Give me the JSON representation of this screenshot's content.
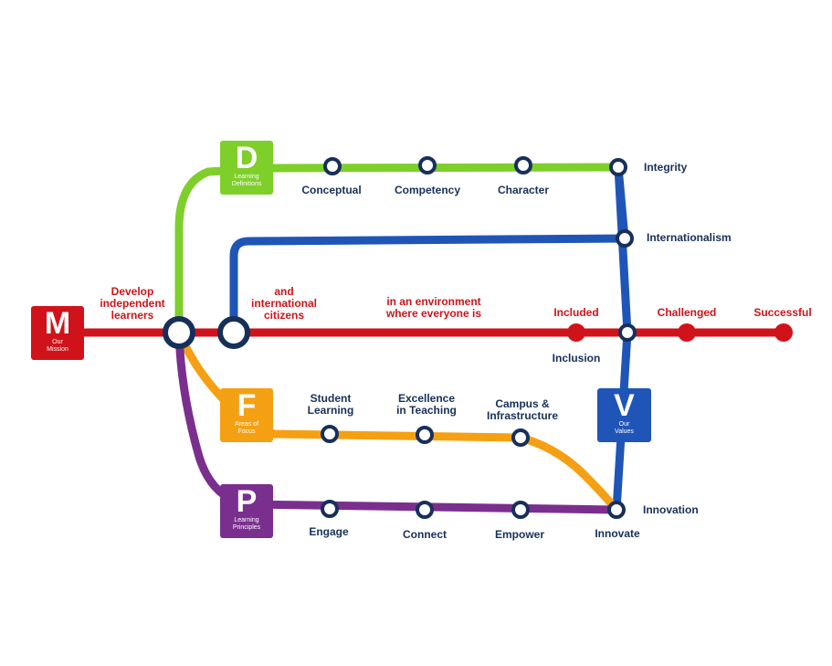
{
  "colors": {
    "mission": "#d0131a",
    "definitions": "#7fcf2a",
    "values": "#1f55b7",
    "focus": "#f5a013",
    "principles": "#7a2f8f",
    "station_ring": "#17305a"
  },
  "badges": {
    "mission": {
      "letter": "M",
      "caption": "Our Mission"
    },
    "definitions": {
      "letter": "D",
      "caption": "Learning Definitions"
    },
    "focus": {
      "letter": "F",
      "caption": "Areas of Focus"
    },
    "principles": {
      "letter": "P",
      "caption": "Learning Principles"
    },
    "values": {
      "letter": "V",
      "caption": "Our Values"
    }
  },
  "mission_line": {
    "phrase_1": "Develop independent learners",
    "phrase_2": "and international citizens",
    "phrase_3": "in an environment where everyone is",
    "included": "Included",
    "challenged": "Challenged",
    "successful": "Successful",
    "inclusion": "Inclusion"
  },
  "definitions_line": {
    "stations": [
      "Conceptual",
      "Competency",
      "Character"
    ]
  },
  "values_line": {
    "integrity": "Integrity",
    "internationalism": "Internationalism",
    "innovation": "Innovation"
  },
  "focus_line": {
    "stations": [
      "Student Learning",
      "Excellence in Teaching",
      "Campus & Infrastructure"
    ]
  },
  "principles_line": {
    "stations": [
      "Engage",
      "Connect",
      "Empower",
      "Innovate"
    ]
  }
}
